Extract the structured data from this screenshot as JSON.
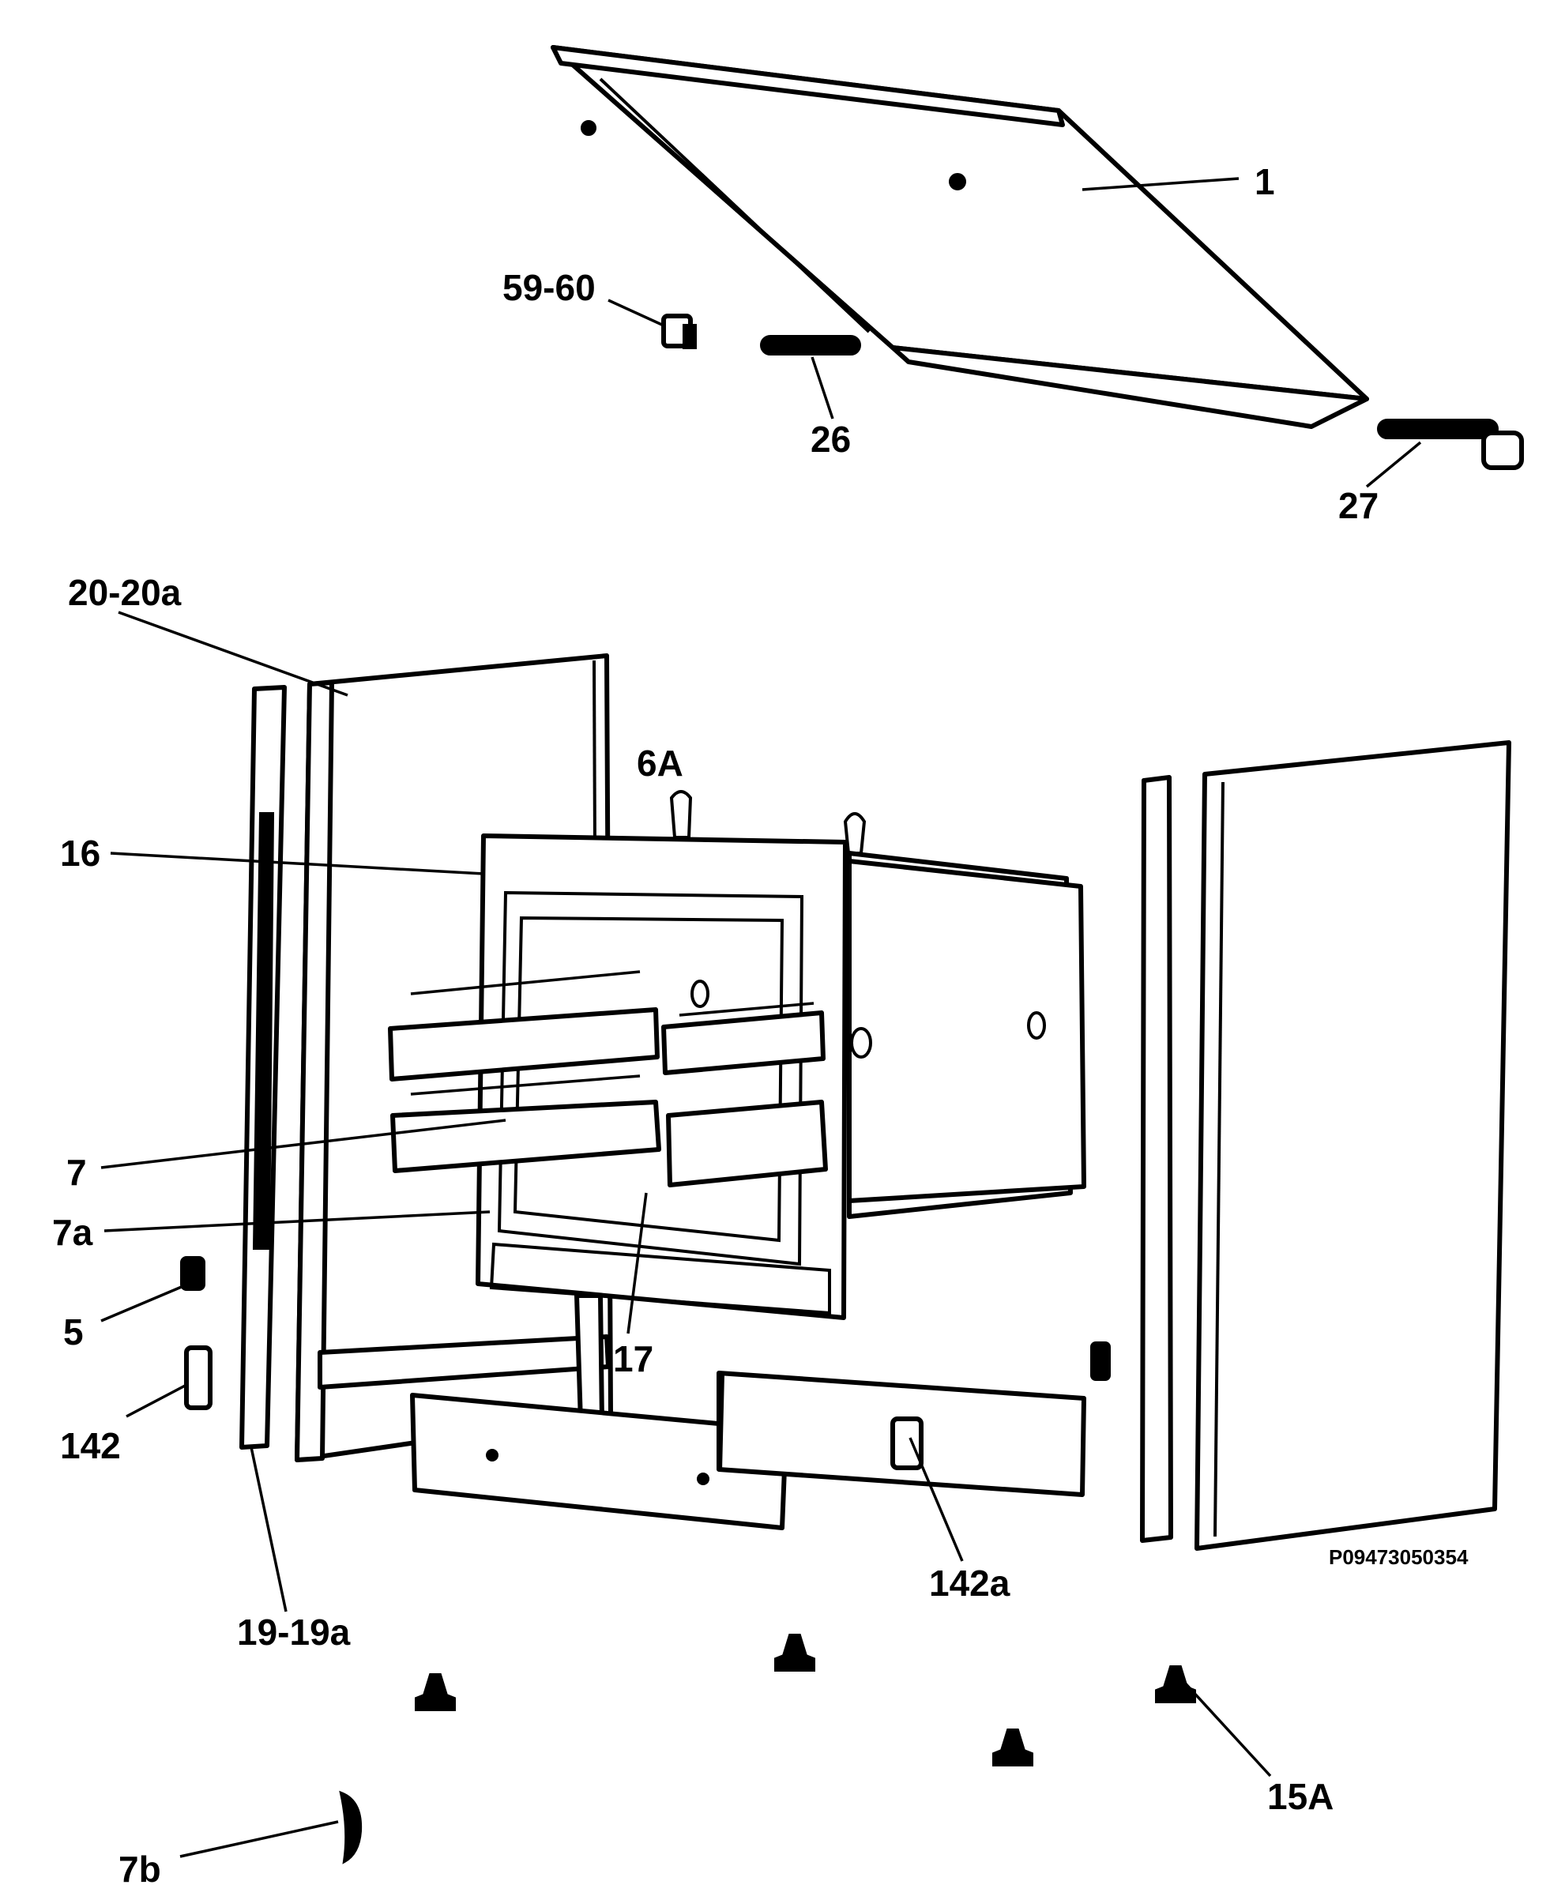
{
  "diagram": {
    "drawing_code": "P09473050354",
    "callouts": {
      "c1": "1",
      "c59_60": "59-60",
      "c26": "26",
      "c27": "27",
      "c20_20a": "20-20a",
      "c6A": "6A",
      "c16": "16",
      "c7": "7",
      "c7a": "7a",
      "c5": "5",
      "c142": "142",
      "c17": "17",
      "c19_19a": "19-19a",
      "c142a": "142a",
      "c15A": "15A",
      "c7b": "7b"
    }
  }
}
